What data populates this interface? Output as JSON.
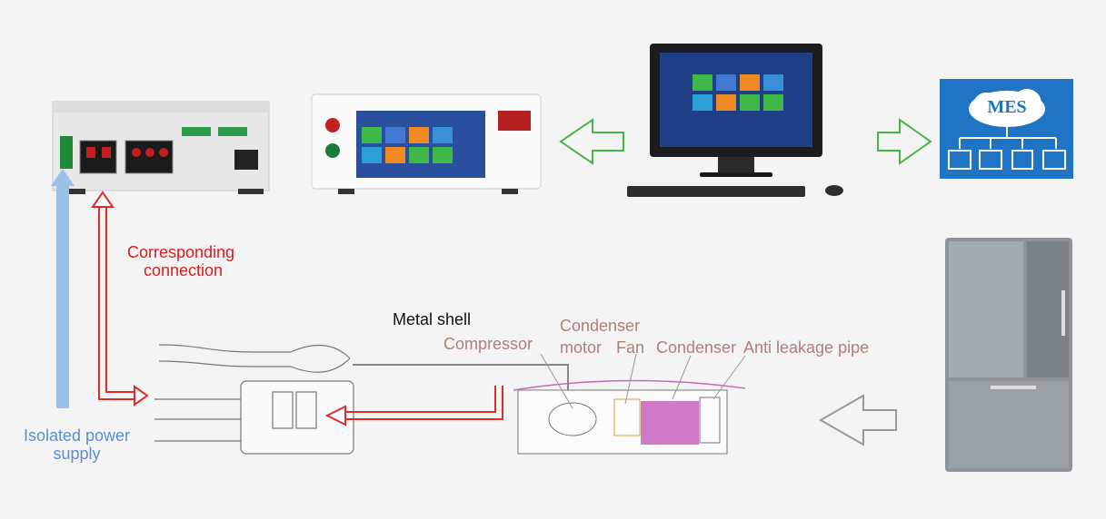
{
  "labels": {
    "corresponding_connection_1": "Corresponding",
    "corresponding_connection_2": "connection",
    "isolated_power_1": "Isolated power",
    "isolated_power_2": "supply",
    "metal_shell": "Metal shell",
    "compressor": "Compressor",
    "condenser_motor_1": "Condenser",
    "condenser_motor_2": "motor",
    "fan": "Fan",
    "condenser": "Condenser",
    "anti_leakage_pipe": "Anti leakage pipe"
  },
  "mes": {
    "title": "MES"
  },
  "colors": {
    "red_arrow": "#e02a2a",
    "blue_arrow": "#9cc0e8",
    "green_arrow": "#49b549",
    "mes_bg": "#1f74c4"
  }
}
